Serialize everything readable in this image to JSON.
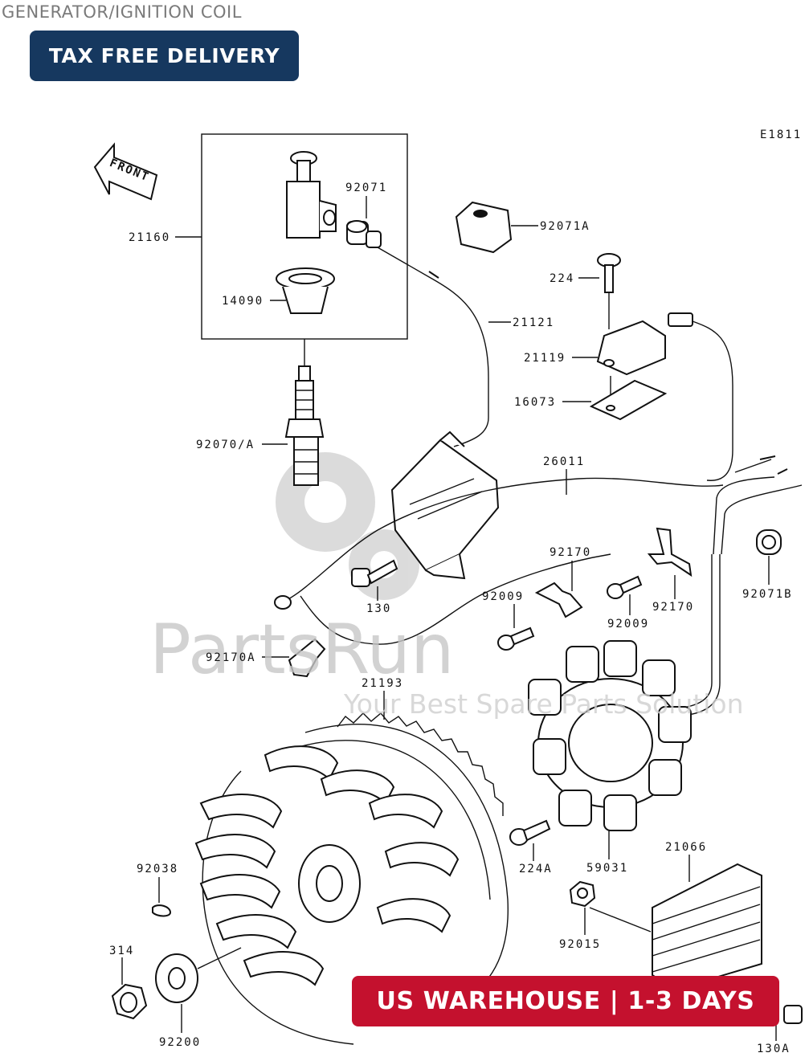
{
  "header": {
    "title": "GENERATOR/IGNITION COIL",
    "promo_top": "TAX FREE DELIVERY",
    "promo_bottom": "US WAREHOUSE | 1-3 DAYS"
  },
  "diagram": {
    "code": "E1811",
    "front_label": "FRONT",
    "watermark_brand": "PartsRun",
    "watermark_tagline": "Your Best Spare Parts Solution",
    "part_labels": {
      "p21160": "21160",
      "p92071": "92071",
      "p92071A": "92071A",
      "p14090": "14090",
      "p224": "224",
      "p21121": "21121",
      "p21119": "21119",
      "p16073": "16073",
      "p92070A": "92070/A",
      "p26011": "26011",
      "p92170": "92170",
      "p92170b": "92170",
      "p92071B": "92071B",
      "p130": "130",
      "p92009": "92009",
      "p92009b": "92009",
      "p92170A": "92170A",
      "p21193": "21193",
      "p224A": "224A",
      "p59031": "59031",
      "p21066": "21066",
      "p92038": "92038",
      "p92015": "92015",
      "p314": "314",
      "p92200": "92200",
      "p130A": "130A"
    }
  },
  "colors": {
    "navy": "#16385f",
    "red": "#c4112e",
    "title_gray": "#7a7a7a"
  }
}
